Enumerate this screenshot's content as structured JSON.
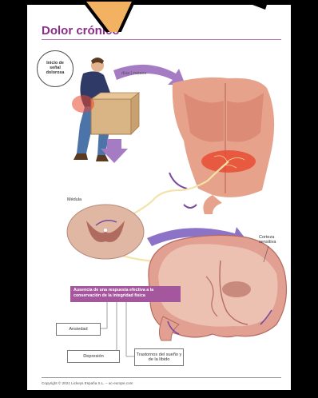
{
  "diagram": {
    "title": "Dolor crónico",
    "onset_label": "Inicio de señal dolorosa",
    "duration_label": "días | meses",
    "spinal_label": "Médula",
    "cortex_label": "Corteza sensitiva",
    "banner": "Ausencia de una respuesta efectiva a la conservación de la integridad física",
    "consequences": [
      "Ansiedad",
      "Depresión",
      "Trastornos del sueño y de la libido"
    ],
    "copyright": "Copyright © 2021 Lickeys España S.L. – ac-europe.com",
    "colors": {
      "accent": "#8b2e8a",
      "banner": "#a5579e",
      "arrow": "#a57bc4",
      "nerve": "#f3e3a8",
      "pain": "#e8472e"
    }
  }
}
